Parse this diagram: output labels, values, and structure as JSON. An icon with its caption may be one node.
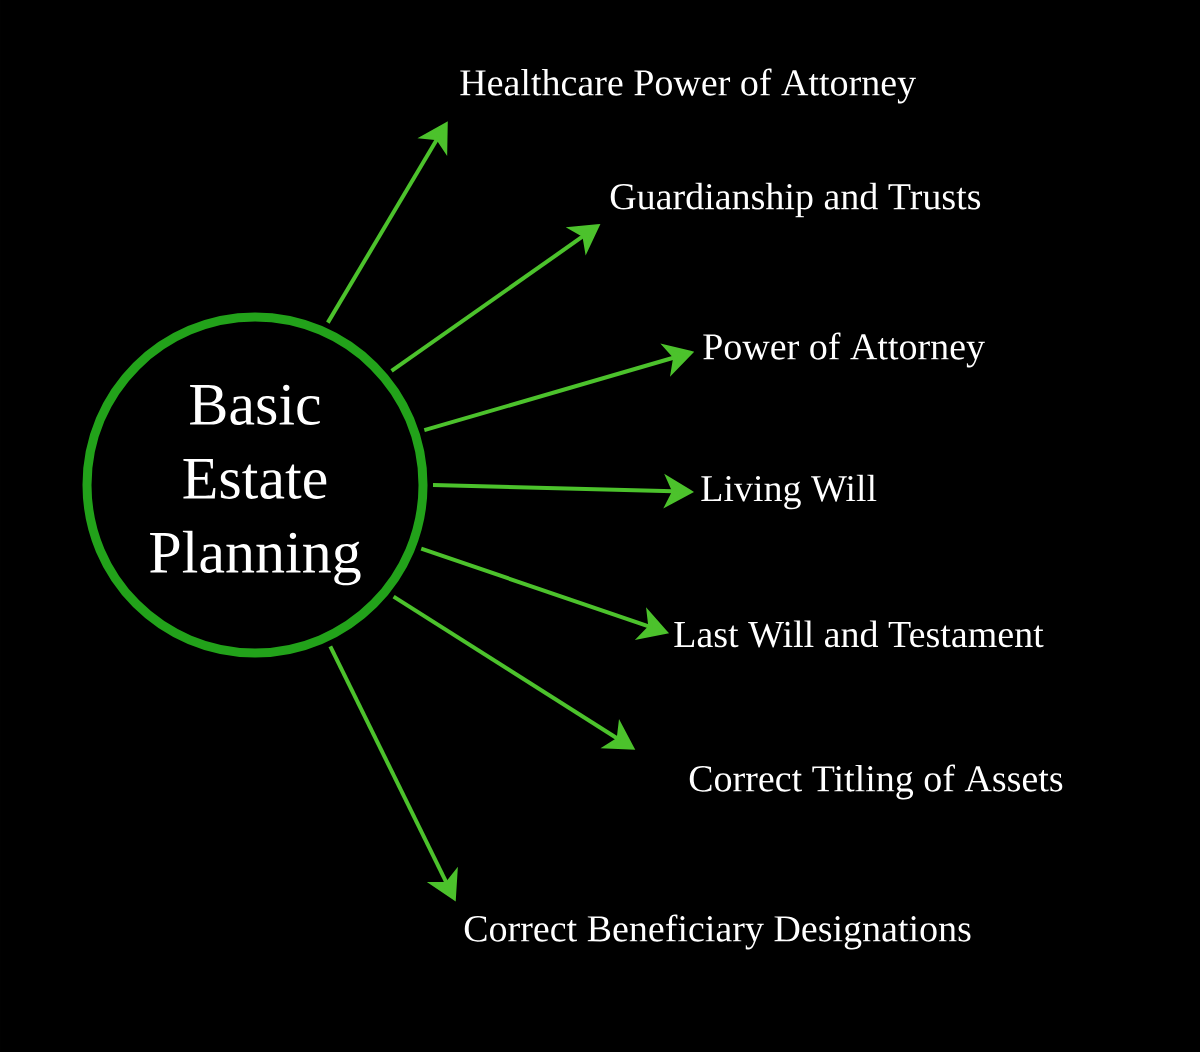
{
  "diagram": {
    "nodes": [
      {
        "text": [
          "Basic Estate Planning"
        ]
      },
      {
        "text": [
          "Healthcare Power of Attorney"
        ]
      },
      {
        "text": [
          "Guardianship and Trusts"
        ]
      },
      {
        "text": [
          "Power of Attorney"
        ]
      },
      {
        "text": [
          "Living Will"
        ]
      },
      {
        "text": [
          "Last Will and Testament"
        ]
      },
      {
        "text": [
          "Correct Titling of Assets"
        ]
      },
      {
        "text": [
          "Correct Beneficiary Designations"
        ]
      }
    ],
    "edges": [
      {
        "from": 0,
        "to": 1,
        "arrow": "to"
      },
      {
        "from": 0,
        "to": 2,
        "arrow": "to"
      },
      {
        "from": 0,
        "to": 3,
        "arrow": "to"
      },
      {
        "from": 0,
        "to": 4,
        "arrow": "to"
      },
      {
        "from": 0,
        "to": 5,
        "arrow": "to"
      },
      {
        "from": 0,
        "to": 6,
        "arrow": "to"
      },
      {
        "from": 0,
        "to": 7,
        "arrow": "to"
      }
    ]
  }
}
